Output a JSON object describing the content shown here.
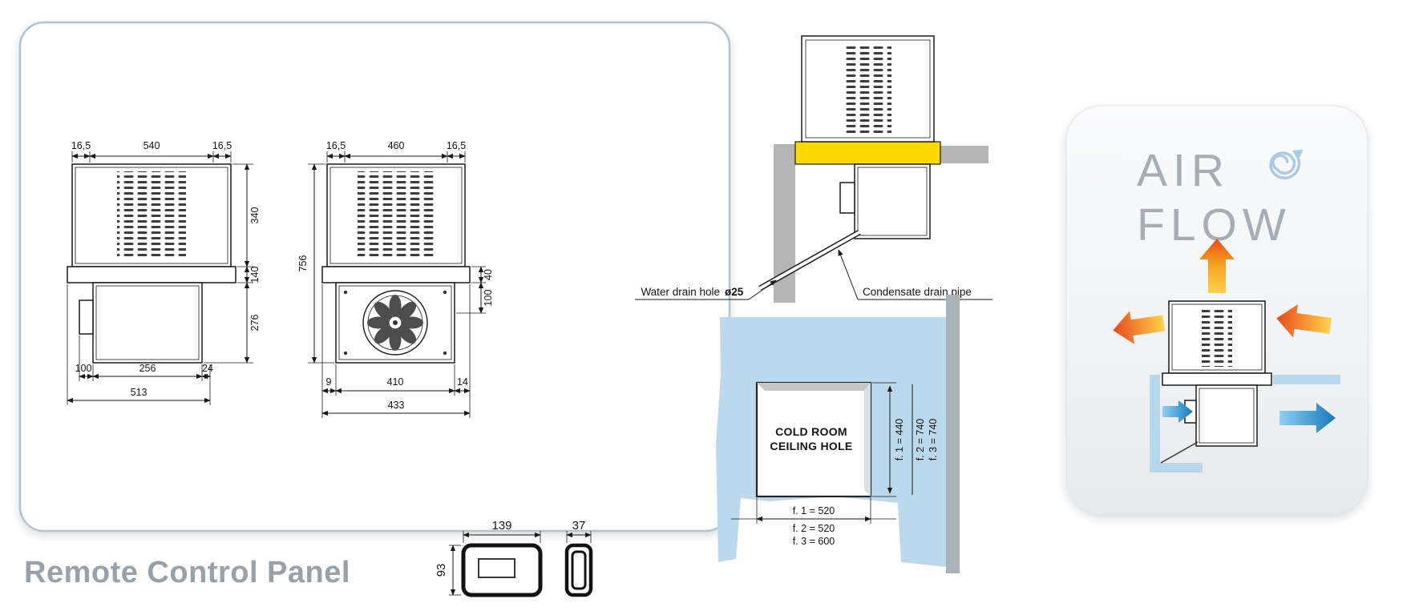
{
  "left_panel": {
    "front_view": {
      "dims_top": [
        "16,5",
        "540",
        "16,5"
      ],
      "dims_right": [
        "340",
        "140",
        "276"
      ],
      "dims_bottom": [
        "100",
        "256",
        "24"
      ],
      "overall_bottom": "513"
    },
    "side_view": {
      "dims_top": [
        "16,5",
        "460",
        "16,5"
      ],
      "overall_left": "756",
      "dims_right": [
        "40",
        "100"
      ],
      "dims_bottom": [
        "9",
        "410",
        "14"
      ],
      "overall_bottom": "433"
    }
  },
  "installation": {
    "water_drain_label": "Water drain hole",
    "water_drain_diameter": "ø25",
    "condensate_label": "Condensate drain pipe"
  },
  "ceiling_hole": {
    "title_line1": "COLD ROOM",
    "title_line2": "CEILING HOLE",
    "side_dims": [
      "f. 1 = 440",
      "f. 2 = 740",
      "f. 3 = 740"
    ],
    "bottom_dims": [
      "f. 1 = 520",
      "f. 2 = 520",
      "f. 3 = 600"
    ]
  },
  "airflow": {
    "word1": "AIR",
    "word2": "FLOW"
  },
  "remote_control": {
    "title": "Remote Control Panel",
    "dim_width": "139",
    "dim_depth": "37",
    "dim_height": "93"
  },
  "colors": {
    "gasket_yellow": "#FFD800",
    "slab_blue": "#BCD8EC",
    "concrete_gray": "#B5B5B5",
    "title_gray": "#98A1AA",
    "accent_orange": "#E8491D",
    "accent_blue": "#1579BD"
  }
}
